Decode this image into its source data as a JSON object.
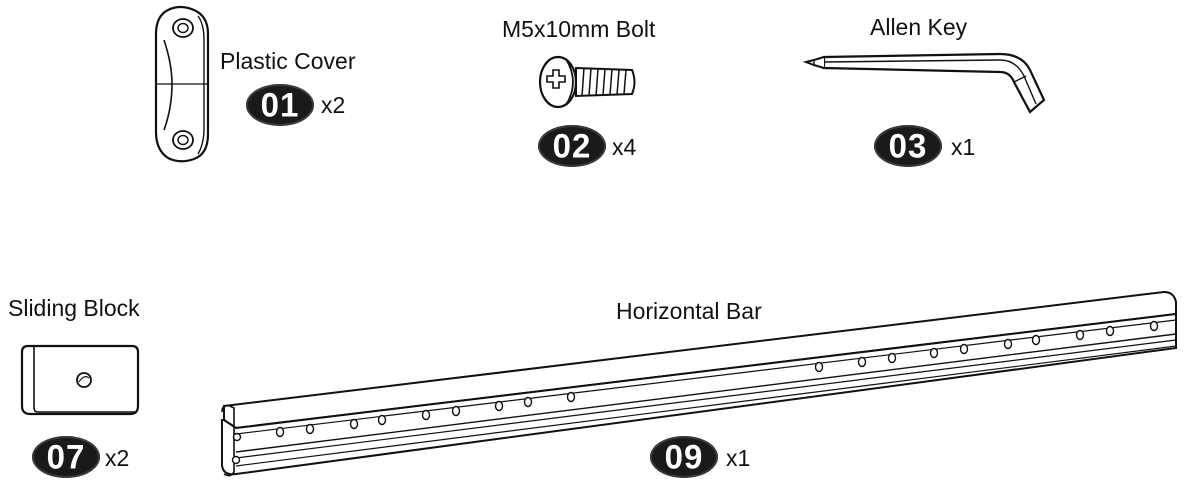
{
  "parts": [
    {
      "key": "plastic_cover",
      "label": "Plastic Cover",
      "number": "01",
      "quantity": "x2",
      "icon": "plastic-cover-icon"
    },
    {
      "key": "bolt",
      "label": "M5x10mm Bolt",
      "number": "02",
      "quantity": "x4",
      "icon": "bolt-icon"
    },
    {
      "key": "allen_key",
      "label": "Allen Key",
      "number": "03",
      "quantity": "x1",
      "icon": "allen-key-icon"
    },
    {
      "key": "sliding_block",
      "label": "Sliding Block",
      "number": "07",
      "quantity": "x2",
      "icon": "sliding-block-icon"
    },
    {
      "key": "horizontal_bar",
      "label": "Horizontal Bar",
      "number": "09",
      "quantity": "x1",
      "icon": "horizontal-bar-icon"
    }
  ]
}
